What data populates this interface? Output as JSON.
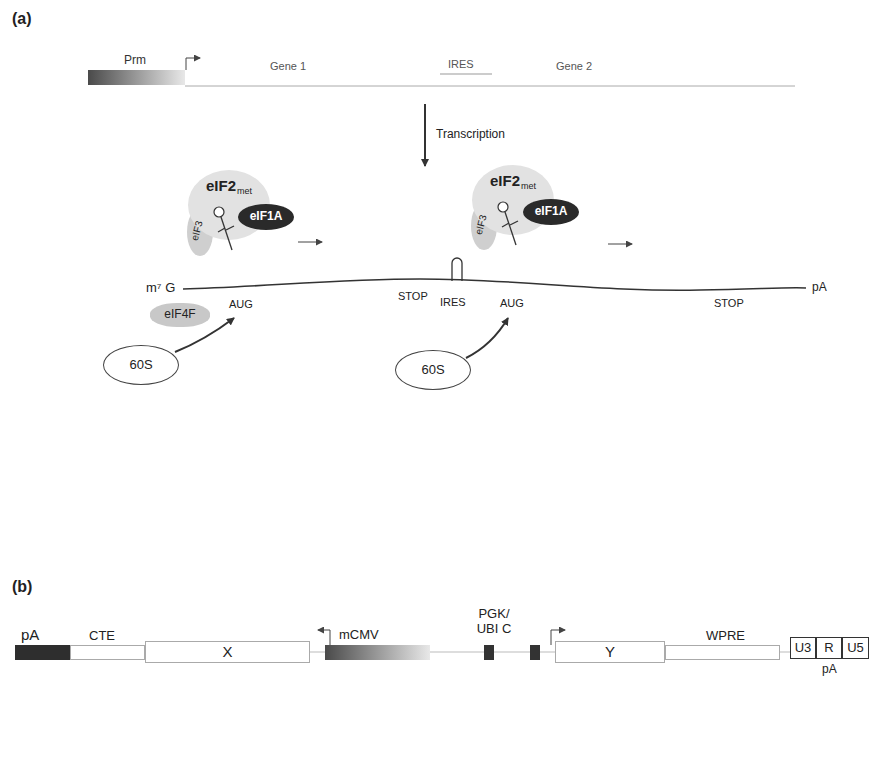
{
  "diagram": {
    "nodes": [
      {
        "text": [
          "Prm"
        ]
      },
      {
        "text": [
          "eIF2",
          "met"
        ]
      },
      {
        "text": [
          "eIF1A"
        ]
      },
      {
        "text": [
          "eIF4F"
        ]
      },
      {
        "text": [
          "60S"
        ]
      },
      {
        "text": [
          "eIF2",
          "met"
        ]
      },
      {
        "text": [
          "eIF1A"
        ]
      },
      {
        "text": [
          "60S"
        ]
      },
      {
        "text": [
          "pA"
        ]
      },
      {
        "text": [
          "CTE"
        ]
      },
      {
        "text": [
          "X"
        ]
      },
      {
        "text": [
          "mCMV"
        ]
      },
      {
        "text": [
          "Y"
        ]
      },
      {
        "text": [
          "WPRE"
        ]
      },
      {
        "text": [
          "U3"
        ]
      },
      {
        "text": [
          "R"
        ]
      },
      {
        "text": [
          "U5"
        ]
      }
    ],
    "labels": [
      "(a)",
      "Gene 1",
      "IRES",
      "Gene 2",
      "Transcription",
      "eIF3",
      "m⁷ G",
      "AUG",
      "STOP",
      "eIF3",
      "IRES",
      "AUG",
      "STOP",
      "pA",
      "(b)",
      "PGK/ UBI C",
      "pA"
    ]
  }
}
